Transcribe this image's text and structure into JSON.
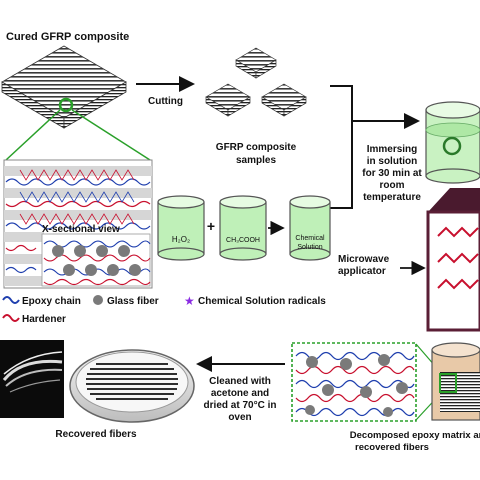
{
  "labels": {
    "cured": "Cured GFRP composite",
    "cutting": "Cutting",
    "samples_1": "GFRP composite",
    "samples_2": "samples",
    "immersing_1": "Immersing",
    "immersing_2": "in solution",
    "immersing_3": "for 30 min at",
    "immersing_4": "room",
    "immersing_5": "temperature",
    "xsection": "X-sectional view",
    "h2o2": "H₂O₂",
    "plus": "+",
    "ch3cooh": "CH₃COOH",
    "chem_1": "Chemical",
    "chem_2": "Solution",
    "microwave_1": "Microwave",
    "microwave_2": "applicator",
    "cleaned_1": "Cleaned with",
    "cleaned_2": "acetone and",
    "cleaned_3": "dried at 70°C in",
    "cleaned_4": "oven",
    "recovered": "Recovered fibers",
    "decomposed_1": "Decomposed epoxy matrix and",
    "decomposed_2": "recovered fibers"
  },
  "legend": {
    "epoxy": "Epoxy chain",
    "glass": "Glass fiber",
    "radicals": "Chemical Solution radicals",
    "hardener": "Hardener"
  },
  "colors": {
    "epoxy": "#1f3fae",
    "hardener": "#c8102e",
    "glass": "#7a7a7a",
    "radical": "#8a2be2",
    "solution": "#bff0b8",
    "arrow": "#111111",
    "callout": "#2aa02a",
    "oven": "#5a1e35"
  }
}
